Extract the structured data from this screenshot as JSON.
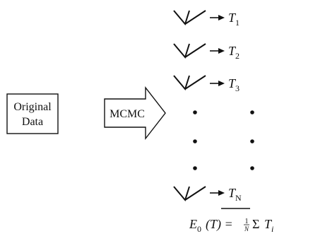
{
  "box": {
    "line1": "Original",
    "line2": "Data"
  },
  "arrow_label": "MCMC",
  "trees": [
    {
      "label": "T",
      "sub": "1"
    },
    {
      "label": "T",
      "sub": "2"
    },
    {
      "label": "T",
      "sub": "3"
    },
    {
      "label": "T",
      "sub": "N"
    }
  ],
  "formula": {
    "e": "E",
    "e_sub": "0",
    "arg": "(T) =",
    "frac_num": "1",
    "frac_den": "N",
    "sum": "Σ",
    "t": "T",
    "t_sub": "i"
  }
}
